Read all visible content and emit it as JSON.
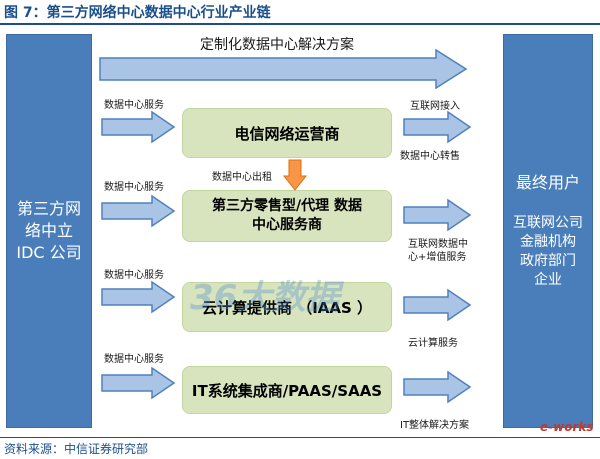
{
  "title": "图 7：第三方网络中心数据中心行业产业链",
  "source": "资料来源：中信证券研究部",
  "left_box": {
    "line1": "第三方网",
    "line2": "络中立",
    "line3": "IDC 公司"
  },
  "right_box": {
    "heading": "最终用户",
    "items": [
      "互联网公司",
      "金融机构",
      "政府部门",
      "企业"
    ]
  },
  "top_arrow_label": "定制化数据中心解决方案",
  "boxes": {
    "telecom": "电信网络运营商",
    "retail_line1": "第三方零售型/代理 数据",
    "retail_line2": "中心服务商",
    "cloud": "云计算提供商 （IAAS ）",
    "it": "IT系统集成商/PAAS/SAAS"
  },
  "left_labels": [
    "数据中心服务",
    "数据中心服务",
    "数据中心服务",
    "数据中心服务"
  ],
  "rent_label": "数据中心出租",
  "right_labels": {
    "internet_access": "互联网接入",
    "dc_resale": "数据中心转售",
    "value_added_line1": "互联网数据中",
    "value_added_line2": "心+增值服务",
    "cloud_service": "云计算服务",
    "it_solution": "IT整体解决方案"
  },
  "watermark": "36大数据",
  "logo": "e-works",
  "colors": {
    "side_blue": "#4a7ebb",
    "box_green": "#d7e4bd",
    "arrow_blue": "#4f81bd",
    "arrow_orange": "#f79646",
    "title_blue": "#1b4f8a"
  }
}
